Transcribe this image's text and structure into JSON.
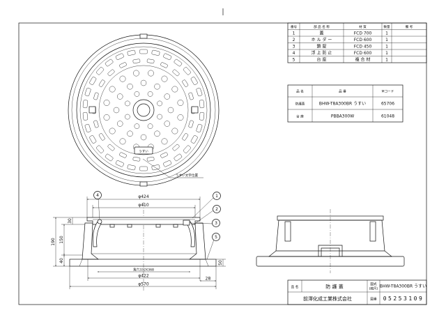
{
  "parts_table": {
    "headers": {
      "no": "番号",
      "name": "部 品 名 称",
      "material": "材 質",
      "qty": "数量",
      "note": "備 考"
    },
    "rows": [
      {
        "no": "1",
        "name": "蓋",
        "material": "FCD 700",
        "qty": "1"
      },
      {
        "no": "2",
        "name": "ホ ル ダ ー",
        "material": "FCD 600",
        "qty": "1"
      },
      {
        "no": "3",
        "name": "鎖 錠",
        "material": "FCD 450",
        "qty": "1"
      },
      {
        "no": "4",
        "name": "浮 上 防 止",
        "material": "FCD 600",
        "qty": "1"
      },
      {
        "no": "5",
        "name": "台 座",
        "material": "複 合 材",
        "qty": "1"
      }
    ]
  },
  "product_table": {
    "headers": {
      "name": "品 名",
      "code": "品 番",
      "mcode": "Mコード"
    },
    "rows": [
      {
        "name": "防護蓋",
        "code": "BHW-T8A300BR うすい",
        "mcode": "65706"
      },
      {
        "name": "台 座",
        "code": "PBBA300W",
        "mcode": "61048"
      }
    ]
  },
  "top_view": {
    "cover_mark": "うすい",
    "leader_label": "うすい文字位置"
  },
  "section_view": {
    "dims": {
      "d424": "φ424",
      "d410": "φ410",
      "h30": "30",
      "h150": "150",
      "h190": "190",
      "h40": "40",
      "opening": "角穴332X368",
      "d422": "φ422",
      "d570": "φ570",
      "w28": "28",
      "h50": "50"
    },
    "callouts": {
      "c1": "1",
      "c2": "2",
      "c3": "3",
      "c4": "4",
      "c5": "5"
    }
  },
  "title_block": {
    "name_label": "品 名",
    "name_value": "防 護 蓋",
    "scale_label_1": "図式",
    "scale_label_2": "(縮尺)",
    "scale_value": "BHW-T8A300BR うすい",
    "company": "前澤化成工業株式会社",
    "drawing_no_label": "図番",
    "drawing_no": "05253109"
  }
}
